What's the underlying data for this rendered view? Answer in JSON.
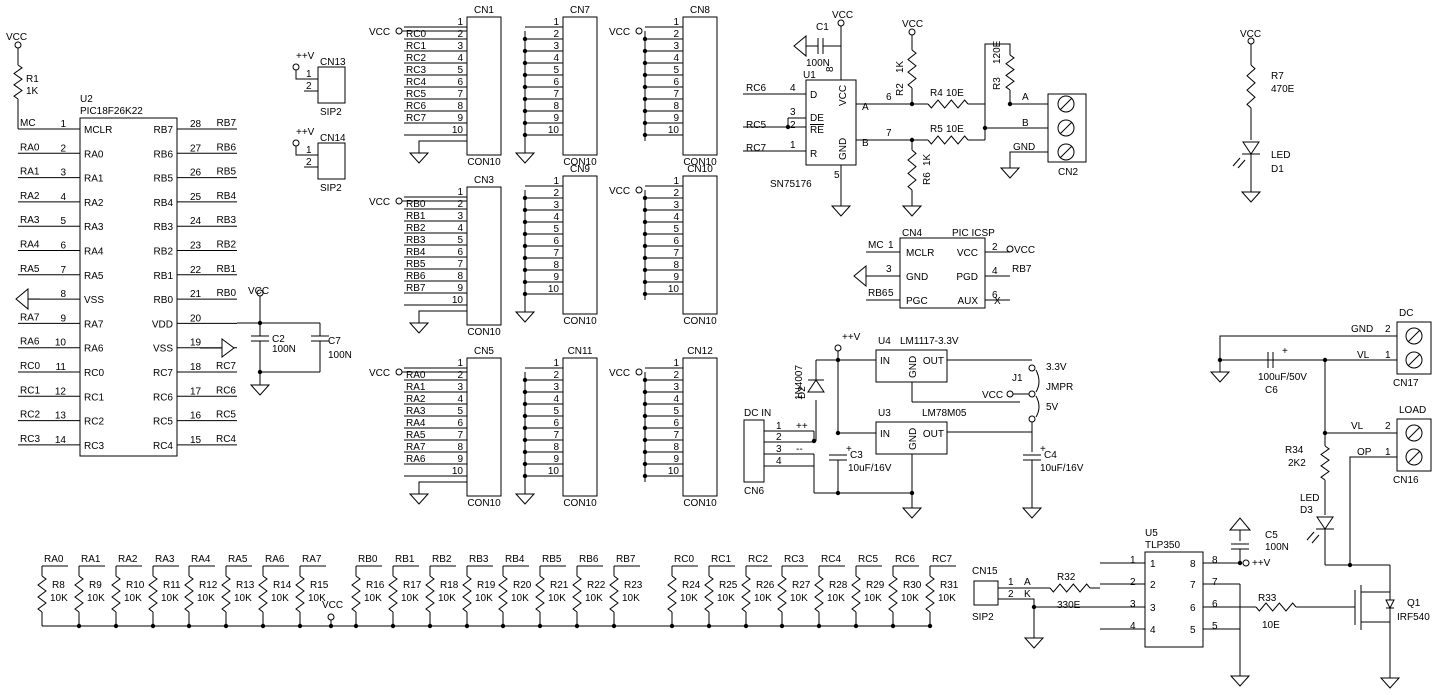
{
  "vcc": "VCC",
  "pv": "++V",
  "nc": "X",
  "u2": {
    "ref": "U2",
    "part": "PIC18F26K22",
    "left": [
      {
        "net": "MC",
        "pin": "1",
        "name": "MCLR"
      },
      {
        "net": "RA0",
        "pin": "2",
        "name": "RA0"
      },
      {
        "net": "RA1",
        "pin": "3",
        "name": "RA1"
      },
      {
        "net": "RA2",
        "pin": "4",
        "name": "RA2"
      },
      {
        "net": "RA3",
        "pin": "5",
        "name": "RA3"
      },
      {
        "net": "RA4",
        "pin": "6",
        "name": "RA4"
      },
      {
        "net": "RA5",
        "pin": "7",
        "name": "RA5"
      },
      {
        "net": "",
        "pin": "8",
        "name": "VSS"
      },
      {
        "net": "RA7",
        "pin": "9",
        "name": "RA7"
      },
      {
        "net": "RA6",
        "pin": "10",
        "name": "RA6"
      },
      {
        "net": "RC0",
        "pin": "11",
        "name": "RC0"
      },
      {
        "net": "RC1",
        "pin": "12",
        "name": "RC1"
      },
      {
        "net": "RC2",
        "pin": "13",
        "name": "RC2"
      },
      {
        "net": "RC3",
        "pin": "14",
        "name": "RC3"
      }
    ],
    "right": [
      {
        "net": "RB7",
        "pin": "28",
        "name": "RB7"
      },
      {
        "net": "RB6",
        "pin": "27",
        "name": "RB6"
      },
      {
        "net": "RB5",
        "pin": "26",
        "name": "RB5"
      },
      {
        "net": "RB4",
        "pin": "25",
        "name": "RB4"
      },
      {
        "net": "RB3",
        "pin": "24",
        "name": "RB3"
      },
      {
        "net": "RB2",
        "pin": "23",
        "name": "RB2"
      },
      {
        "net": "RB1",
        "pin": "22",
        "name": "RB1"
      },
      {
        "net": "RB0",
        "pin": "21",
        "name": "RB0"
      },
      {
        "net": "",
        "pin": "20",
        "name": "VDD"
      },
      {
        "net": "",
        "pin": "19",
        "name": "VSS"
      },
      {
        "net": "RC7",
        "pin": "18",
        "name": "RC7"
      },
      {
        "net": "RC6",
        "pin": "17",
        "name": "RC6"
      },
      {
        "net": "RC5",
        "pin": "16",
        "name": "RC5"
      },
      {
        "net": "RC4",
        "pin": "15",
        "name": "RC4"
      }
    ]
  },
  "r1": {
    "ref": "R1",
    "value": "1K"
  },
  "c2": {
    "ref": "C2",
    "value": "100N"
  },
  "c7": {
    "ref": "C7",
    "value": "100N"
  },
  "cn13": {
    "ref": "CN13",
    "type": "SIP2",
    "pins": [
      "1",
      "2"
    ]
  },
  "cn14": {
    "ref": "CN14",
    "type": "SIP2",
    "pins": [
      "1",
      "2"
    ]
  },
  "headers": [
    {
      "ref": "CN1",
      "type": "CON10",
      "nets": [
        "",
        "RC0",
        "RC1",
        "RC2",
        "RC3",
        "RC4",
        "RC5",
        "RC6",
        "RC7",
        ""
      ]
    },
    {
      "ref": "CN3",
      "type": "CON10",
      "nets": [
        "",
        "RB0",
        "RB1",
        "RB2",
        "RB3",
        "RB4",
        "RB5",
        "RB6",
        "RB7",
        ""
      ]
    },
    {
      "ref": "CN5",
      "type": "CON10",
      "nets": [
        "",
        "RA0",
        "RA1",
        "RA2",
        "RA3",
        "RA4",
        "RA5",
        "RA7",
        "RA6",
        ""
      ]
    },
    {
      "ref": "CN7",
      "type": "CON10"
    },
    {
      "ref": "CN9",
      "type": "CON10"
    },
    {
      "ref": "CN11",
      "type": "CON10"
    },
    {
      "ref": "CN8",
      "type": "CON10"
    },
    {
      "ref": "CN10",
      "type": "CON10"
    },
    {
      "ref": "CN12",
      "type": "CON10"
    }
  ],
  "pin_numbers": [
    "1",
    "2",
    "3",
    "4",
    "5",
    "6",
    "7",
    "8",
    "9",
    "10"
  ],
  "u1": {
    "ref": "U1",
    "part": "SN75176",
    "pins": {
      "R": "R",
      "RE": "RE",
      "DE": "DE",
      "D": "D",
      "VCC": "VCC",
      "GND": "GND",
      "A": "A",
      "B": "B"
    },
    "pin_numbers": {
      "R": "1",
      "RE": "2",
      "DE": "3",
      "D": "4",
      "GND": "5",
      "A": "6",
      "B": "7",
      "VCC": "8"
    },
    "nets": {
      "D": "RC6",
      "RE": "RC5",
      "R": "RC7"
    }
  },
  "c1": {
    "ref": "C1",
    "value": "100N"
  },
  "r2": {
    "ref": "R2",
    "value": "1K"
  },
  "r3": {
    "ref": "R3",
    "value": "120E"
  },
  "r4": {
    "ref": "R4",
    "value": "10E"
  },
  "r5": {
    "ref": "R5",
    "value": "10E"
  },
  "r6": {
    "ref": "R6",
    "value": "1K"
  },
  "cn2": {
    "ref": "CN2",
    "labels": [
      "A",
      "B",
      "GND"
    ]
  },
  "r7": {
    "ref": "R7",
    "value": "470E"
  },
  "d1": {
    "type": "LED",
    "ref": "D1"
  },
  "cn4": {
    "ref": "CN4",
    "title": "PIC ICSP",
    "left": [
      {
        "pin": "1",
        "name": "MCLR",
        "net": "MC"
      },
      {
        "pin": "3",
        "name": "GND",
        "net": ""
      },
      {
        "pin": "5",
        "name": "PGC",
        "net": "RB6"
      }
    ],
    "right": [
      {
        "pin": "2",
        "name": "VCC"
      },
      {
        "pin": "4",
        "name": "PGD",
        "net": "RB7"
      },
      {
        "pin": "6",
        "name": "AUX"
      }
    ]
  },
  "d2": {
    "ref": "D2",
    "value": "1N4007"
  },
  "u4": {
    "ref": "U4",
    "part": "LM1117-3.3V",
    "in": "IN",
    "out": "OUT",
    "gnd": "GND"
  },
  "u3": {
    "ref": "U3",
    "part": "LM78M05",
    "in": "IN",
    "out": "OUT",
    "gnd": "GND"
  },
  "j1": {
    "ref": "J1",
    "type": "JMPR",
    "upper": "3.3V",
    "lower": "5V"
  },
  "cn6": {
    "ref": "CN6",
    "title": "DC IN",
    "pins": [
      "1",
      "2",
      "3",
      "4"
    ],
    "marks": [
      "++",
      "--"
    ]
  },
  "c3": {
    "ref": "C3",
    "value": "10uF/16V",
    "polarity": "+"
  },
  "c4": {
    "ref": "C4",
    "value": "10uF/16V",
    "polarity": "+"
  },
  "cn17": {
    "ref": "CN17",
    "title": "DC",
    "rows": [
      {
        "label": "GND",
        "pin": "2"
      },
      {
        "label": "VL",
        "pin": "1"
      }
    ]
  },
  "c6": {
    "ref": "C6",
    "value": "100uF/50V",
    "polarity": "+"
  },
  "cn16": {
    "ref": "CN16",
    "title": "LOAD",
    "rows": [
      {
        "label": "VL",
        "pin": "2"
      },
      {
        "label": "OP",
        "pin": "1"
      }
    ]
  },
  "r34": {
    "ref": "R34",
    "value": "2K2"
  },
  "d3": {
    "type": "LED",
    "ref": "D3"
  },
  "u5": {
    "ref": "U5",
    "part": "TLP350",
    "left": [
      "1",
      "2",
      "3",
      "4"
    ],
    "right": [
      "8",
      "7",
      "6",
      "5"
    ]
  },
  "c5": {
    "ref": "C5",
    "value": "100N"
  },
  "cn15": {
    "ref": "CN15",
    "type": "SIP2",
    "pins": [
      "1",
      "2"
    ],
    "marks": [
      "A",
      "K"
    ]
  },
  "r32": {
    "ref": "R32",
    "value": "330E"
  },
  "r33": {
    "ref": "R33",
    "value": "10E"
  },
  "q1": {
    "ref": "Q1",
    "part": "IRF540"
  },
  "pullups": [
    {
      "net": "RA0",
      "ref": "R8",
      "value": "10K"
    },
    {
      "net": "RA1",
      "ref": "R9",
      "value": "10K"
    },
    {
      "net": "RA2",
      "ref": "R10",
      "value": "10K"
    },
    {
      "net": "RA3",
      "ref": "R11",
      "value": "10K"
    },
    {
      "net": "RA4",
      "ref": "R12",
      "value": "10K"
    },
    {
      "net": "RA5",
      "ref": "R13",
      "value": "10K"
    },
    {
      "net": "RA6",
      "ref": "R14",
      "value": "10K"
    },
    {
      "net": "RA7",
      "ref": "R15",
      "value": "10K"
    },
    {
      "net": "RB0",
      "ref": "R16",
      "value": "10K"
    },
    {
      "net": "RB1",
      "ref": "R17",
      "value": "10K"
    },
    {
      "net": "RB2",
      "ref": "R18",
      "value": "10K"
    },
    {
      "net": "RB3",
      "ref": "R19",
      "value": "10K"
    },
    {
      "net": "RB4",
      "ref": "R20",
      "value": "10K"
    },
    {
      "net": "RB5",
      "ref": "R21",
      "value": "10K"
    },
    {
      "net": "RB6",
      "ref": "R22",
      "value": "10K"
    },
    {
      "net": "RB7",
      "ref": "R23",
      "value": "10K"
    },
    {
      "net": "RC0",
      "ref": "R24",
      "value": "10K"
    },
    {
      "net": "RC1",
      "ref": "R25",
      "value": "10K"
    },
    {
      "net": "RC2",
      "ref": "R26",
      "value": "10K"
    },
    {
      "net": "RC3",
      "ref": "R27",
      "value": "10K"
    },
    {
      "net": "RC4",
      "ref": "R28",
      "value": "10K"
    },
    {
      "net": "RC5",
      "ref": "R29",
      "value": "10K"
    },
    {
      "net": "RC6",
      "ref": "R30",
      "value": "10K"
    },
    {
      "net": "RC7",
      "ref": "R31",
      "value": "10K"
    }
  ]
}
